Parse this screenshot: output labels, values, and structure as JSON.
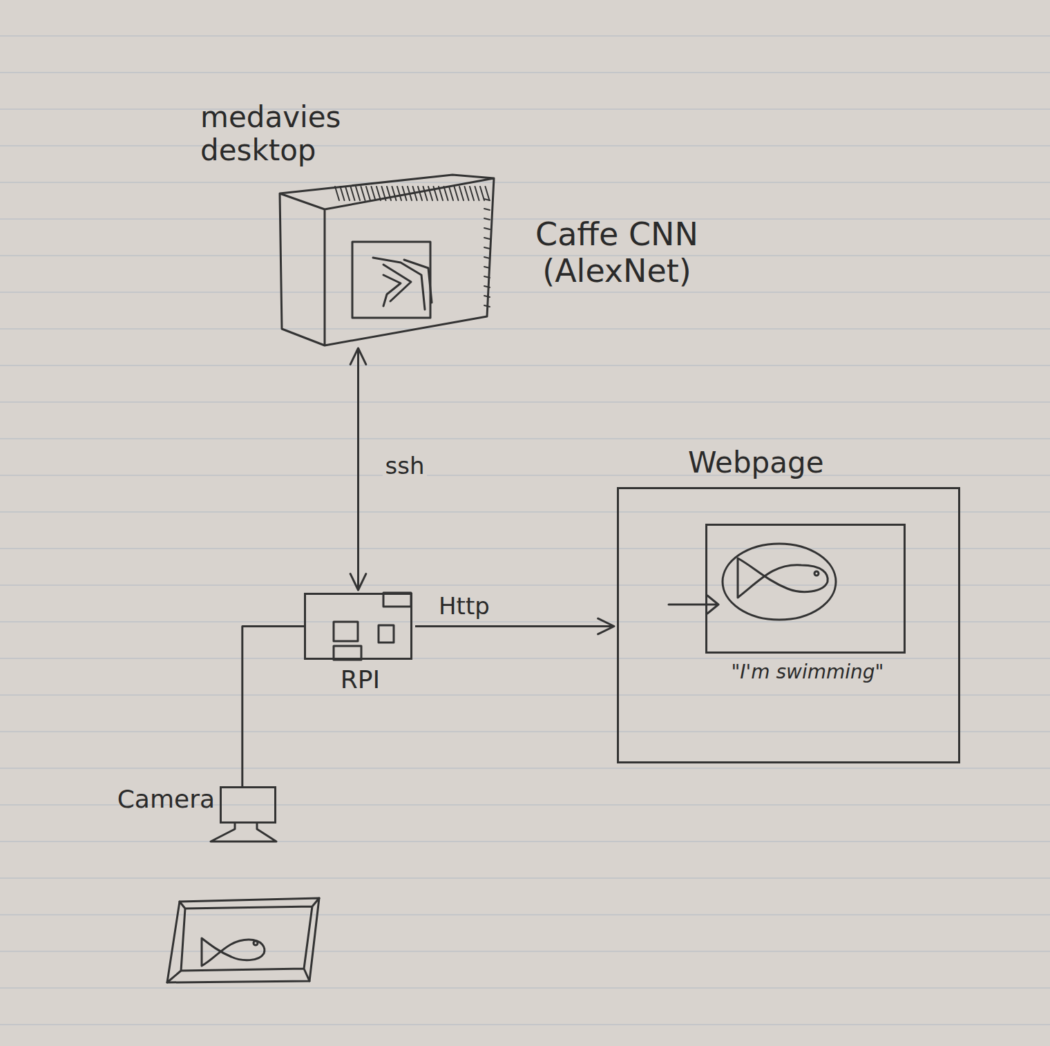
{
  "diagram": {
    "nodes": [
      {
        "text": [
          "medavies desktop",
          "Caffe CNN (AlexNet)"
        ]
      },
      {
        "text": [
          "RPI"
        ]
      },
      {
        "text": [
          "Webpage"
        ]
      },
      {
        "text": [
          "\"I'm swimming\""
        ],
        "in": 2
      },
      {
        "text": [
          "Camera"
        ]
      }
    ],
    "edges": [
      {
        "from": 0,
        "to": 1,
        "label": "ssh",
        "arrow": "both"
      },
      {
        "from": 1,
        "to": 2,
        "label": "Http",
        "arrow": "to"
      },
      {
        "from": 4,
        "to": 1,
        "arrow": "none"
      }
    ]
  }
}
